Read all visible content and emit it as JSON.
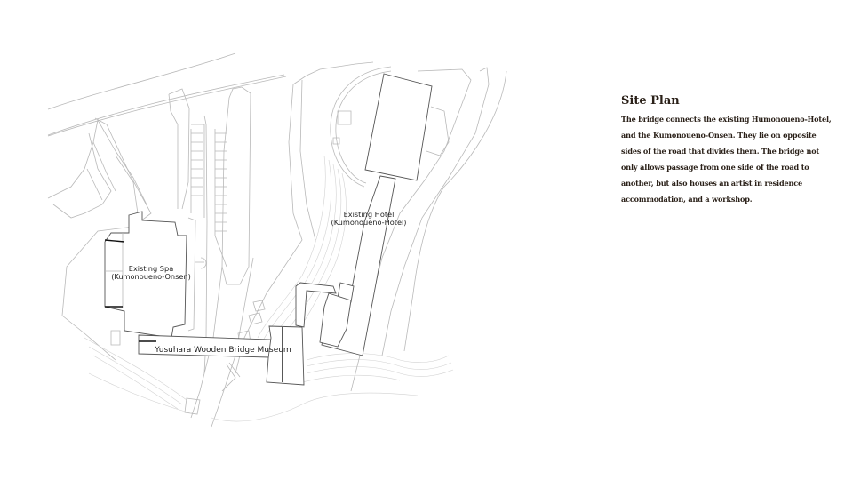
{
  "site_plan": {
    "labels": {
      "hotel_line1": "Existing Hotel",
      "hotel_line2": "(Kumonoueno-Hotel)",
      "spa_line1": "Existing Spa",
      "spa_line2": "(Kumonoueno-Onsen)",
      "bridge": "Yusuhara Wooden Bridge Museum"
    }
  },
  "info": {
    "title": "Site Plan",
    "body": "The bridge connects the existing Humonoueno-Hotel, and the Kumonoueno-Onsen. They lie on opposite sides of the road that divides them. The bridge not only allows passage from one side of the road to another, but also houses an artist in residence accommodation, and a workshop."
  }
}
